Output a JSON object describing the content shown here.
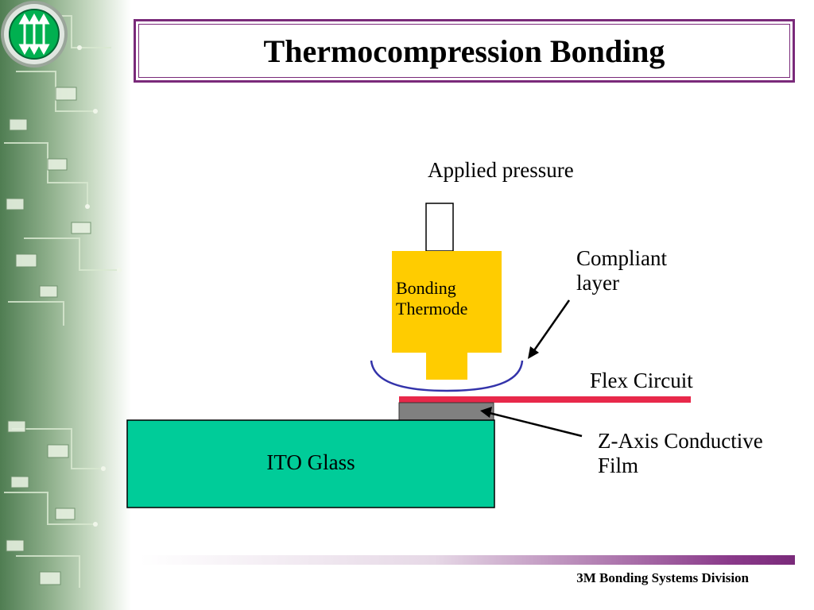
{
  "slide": {
    "title": "Thermocompression Bonding",
    "footer": "3M Bonding Systems Division"
  },
  "diagram": {
    "applied_pressure_label": "Applied pressure",
    "thermode_label_line1": "Bonding",
    "thermode_label_line2": "Thermode",
    "compliant_label_line1": "Compliant",
    "compliant_label_line2": "layer",
    "flex_circuit_label": "Flex Circuit",
    "zaxis_label_line1": "Z-Axis Conductive",
    "zaxis_label_line2": "Film",
    "ito_label": "ITO Glass"
  },
  "colors": {
    "thermode": "#ffcc00",
    "ito_glass": "#00cc99",
    "flex_circuit": "#e8284a",
    "film": "#808080",
    "compliant_layer": "#3333aa",
    "accent": "#7a2a7a"
  },
  "icons": {
    "logo": "three-vertical-arrows-icon"
  }
}
